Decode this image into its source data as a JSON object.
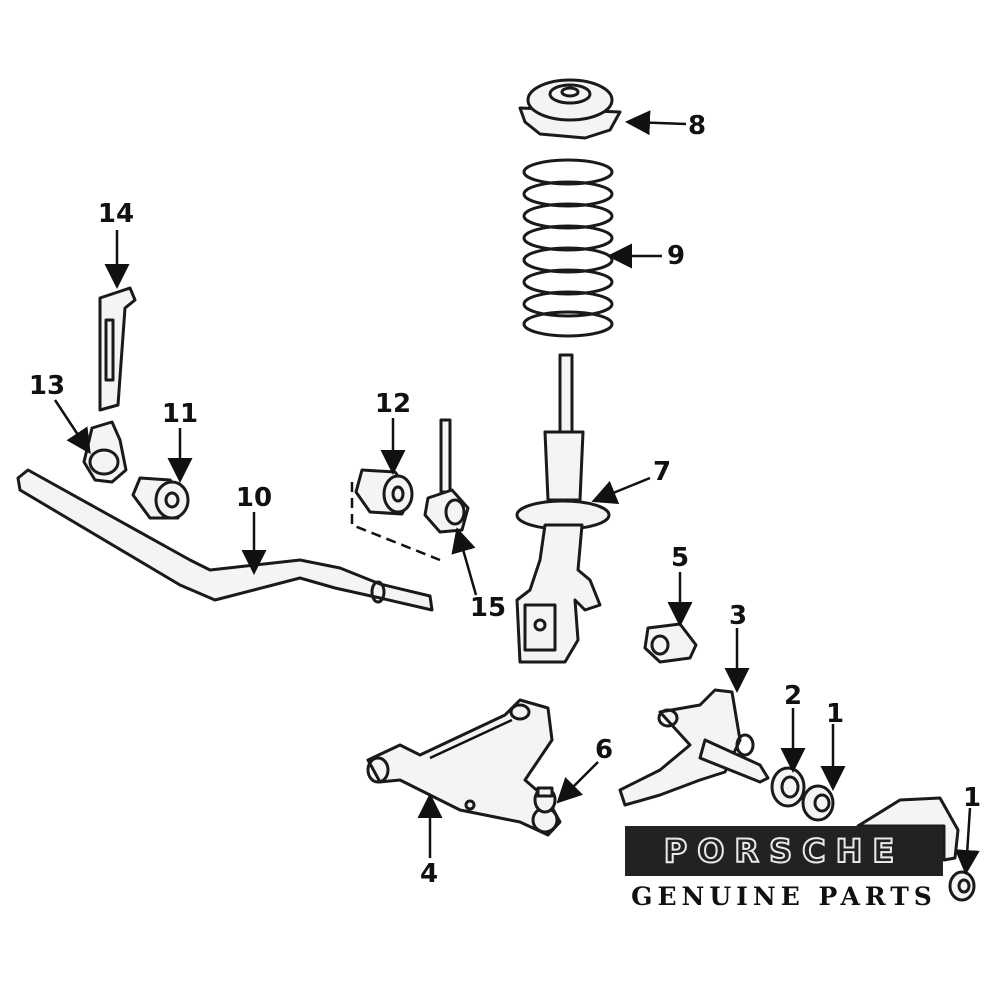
{
  "diagram": {
    "callouts": [
      "1",
      "1",
      "2",
      "3",
      "4",
      "5",
      "6",
      "7",
      "8",
      "9",
      "10",
      "11",
      "12",
      "13",
      "14",
      "15"
    ]
  },
  "logo": {
    "brand": "PORSCHE",
    "tagline": "GENUINE PARTS"
  }
}
